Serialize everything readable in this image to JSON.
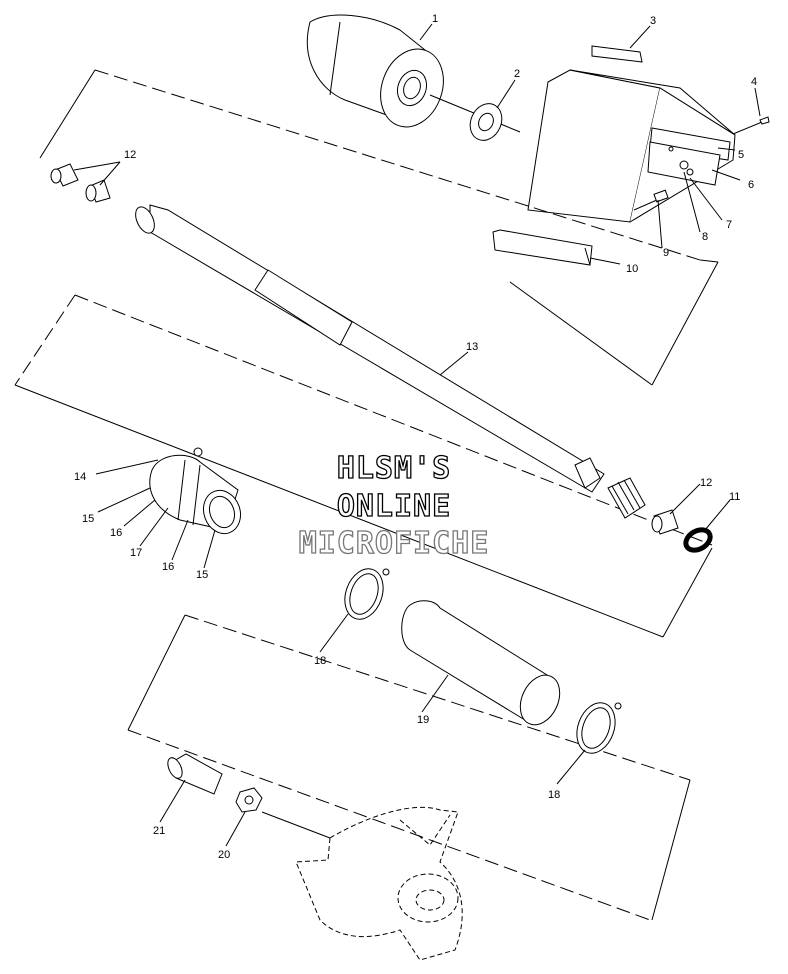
{
  "watermark": {
    "line1": "HLSM'S",
    "line2": "ONLINE",
    "line3": "MICROFICHE"
  },
  "callouts": {
    "c1": "1",
    "c2": "2",
    "c3": "3",
    "c4": "4",
    "c5": "5",
    "c6": "6",
    "c7": "7",
    "c8": "8",
    "c9": "9",
    "c10": "10",
    "c11": "11",
    "c12a": "12",
    "c12b": "12",
    "c13": "13",
    "c14": "14",
    "c15a": "15",
    "c15b": "15",
    "c16a": "16",
    "c16b": "16",
    "c17": "17",
    "c18a": "18",
    "c18b": "18",
    "c19": "19",
    "c20": "20",
    "c21": "21"
  }
}
